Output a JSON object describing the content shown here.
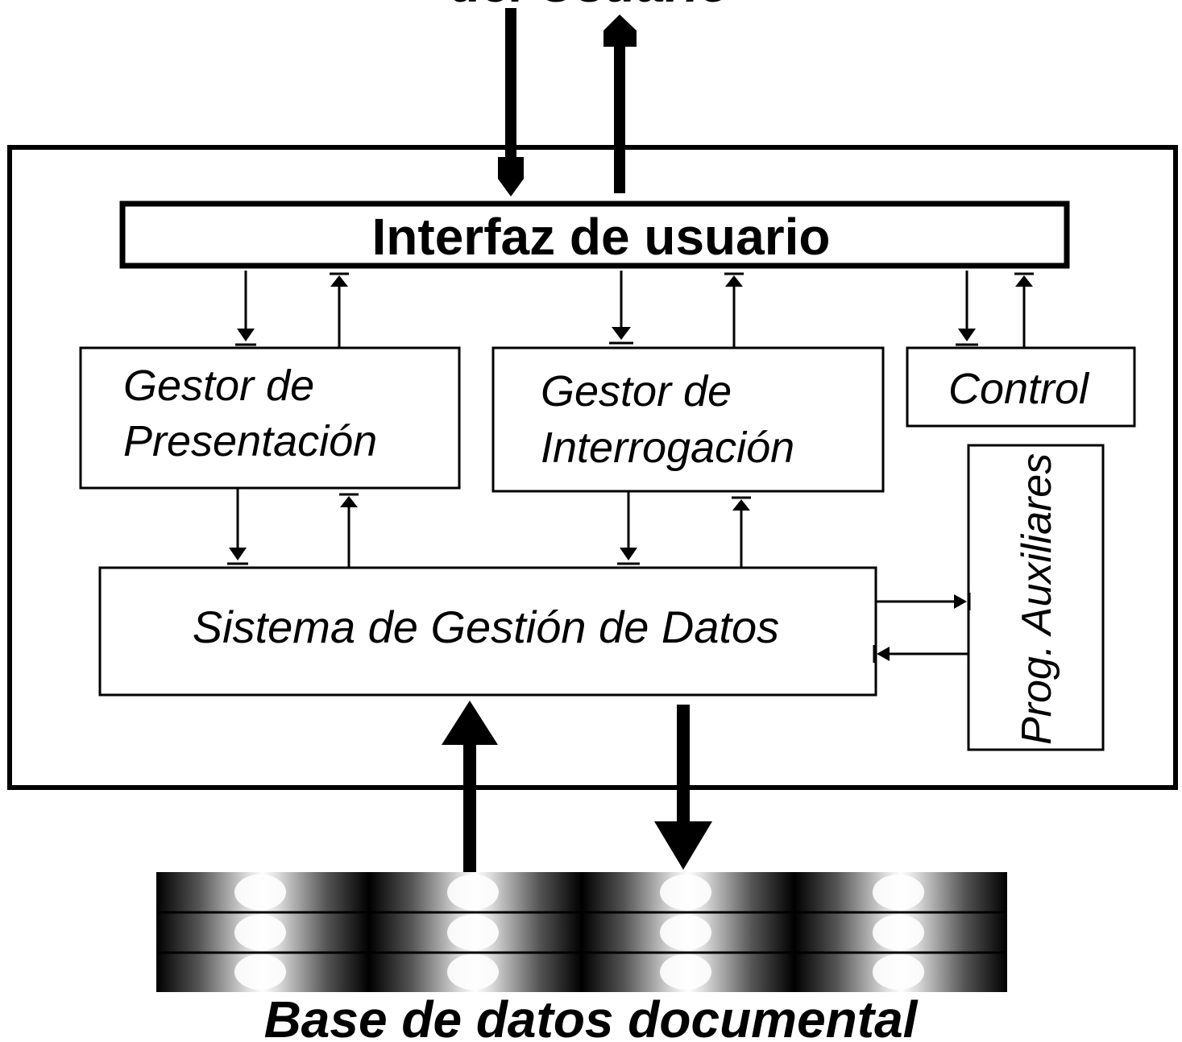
{
  "top_label": "del Usuario",
  "blocks": {
    "interface": "Interfaz de usuario",
    "presentation": [
      "Gestor de",
      "Presentación"
    ],
    "interrogation": [
      "Gestor de",
      "Interrogación"
    ],
    "control": "Control",
    "auxiliary": "Prog. Auxiliares",
    "data_system": "Sistema de Gestión de Datos"
  },
  "database_label": "Base de datos documental",
  "colors": {
    "ink": "#000000",
    "paper": "#ffffff"
  }
}
